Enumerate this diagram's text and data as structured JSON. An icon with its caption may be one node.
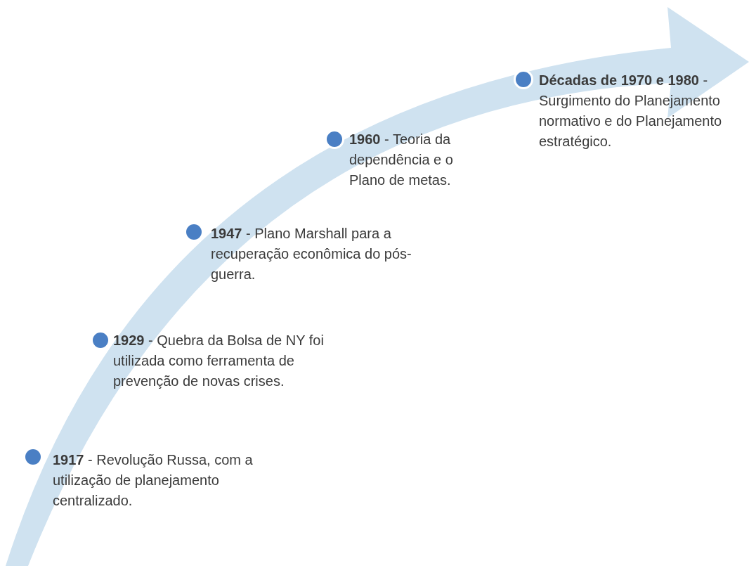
{
  "diagram": {
    "nodes": [
      {
        "text": [],
        "shape": "circle",
        "beside": [
          "**1917** - Revolução Russa, com a utilização de planejamento centralizado."
        ]
      },
      {
        "text": [],
        "shape": "circle",
        "beside": [
          "**1929** - Quebra da Bolsa de NY foi utilizada como ferramenta de prevenção de novas crises."
        ]
      },
      {
        "text": [],
        "shape": "circle",
        "beside": [
          "**1947** - Plano Marshall para a recuperação econômica do pós-guerra."
        ]
      },
      {
        "text": [],
        "shape": "circle",
        "beside": [
          "**1960** - Teoria da dependência e o Plano de metas."
        ]
      },
      {
        "text": [],
        "shape": "circle",
        "beside": [
          "**Décadas de 1970 e 1980** - Surgimento do Planejamento normativo e do Planejamento estratégico."
        ]
      }
    ],
    "edges": []
  }
}
